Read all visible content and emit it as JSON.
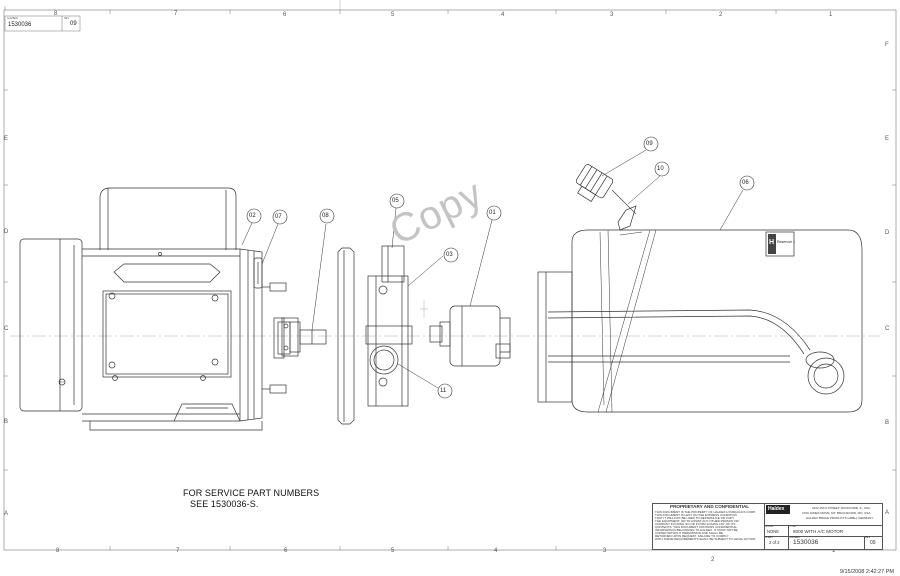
{
  "header": {
    "part_number": "1530036",
    "revision": "09",
    "corner_label": "NUMBER",
    "corner_rev_label": "REV"
  },
  "zones": {
    "columns": [
      "8",
      "7",
      "6",
      "5",
      "4",
      "3",
      "2",
      "1"
    ],
    "rows": [
      "F",
      "E",
      "D",
      "C",
      "B",
      "A"
    ]
  },
  "balloons": [
    {
      "id": "b09",
      "label": "09"
    },
    {
      "id": "b10",
      "label": "10"
    },
    {
      "id": "b06",
      "label": "06"
    },
    {
      "id": "b02",
      "label": "02"
    },
    {
      "id": "b07",
      "label": "07"
    },
    {
      "id": "b08",
      "label": "08"
    },
    {
      "id": "b05",
      "label": "05"
    },
    {
      "id": "b01",
      "label": "01"
    },
    {
      "id": "b03",
      "label": "03"
    },
    {
      "id": "b11",
      "label": "11"
    }
  ],
  "reservoir_label": {
    "line1": "H",
    "line2": "Reservoir 1"
  },
  "note": {
    "line1": "FOR SERVICE PART NUMBERS",
    "line2": "SEE 1530036-S."
  },
  "watermark": "Copy",
  "title_block": {
    "proprietary_title": "PROPRIETARY AND CONFIDENTIAL",
    "proprietary_text": [
      "THIS DOCUMENT IS THE PROPERTY OF HALDEX HYDRAULICS CORP.",
      "THIS DOCUMENT IS LENT ON THE EXPRESS CONDITION",
      "THAT IT WILL NOT BE USED TO REPRODUCE OR COPY",
      "THE EQUIPMENT, OR TO ASSIST ANY OTHER PERSON OR",
      "COMPANY IN DOING SO OR IN DISCLOSING ANY OF ITS",
      "CONTENTS. THIS DOCUMENT CONTAINS CONFIDENTIAL",
      "INFORMATION BELONGING TO HALDEX. IT MUST NOT BE",
      "COPIED WITHOUT PERMISSION AND SHALL BE",
      "RETURNED UPON REQUEST. FAILURE TO COMPLY",
      "WITH THESE REQUIREMENTS SHALL BE SUBJECT TO LEGAL ACTION."
    ],
    "logo": "Haldex",
    "address": [
      "2222 15TH STREET, ROCKFORD, IL, USA",
      "2700 JAMES DRIVE, MT. BRAILSFORD, MO, USA",
      "HALDEX BRAKE PRODUCTS GMBH, GERMANY"
    ],
    "scale_label": "SCALE",
    "scale": "NONE",
    "sheet_label": "SHEET",
    "sheet": "2 of 2",
    "title_label": "TITLE",
    "title": "8000 WITH A/C MOTOR",
    "number_label": "NUMBER",
    "number": "1530036",
    "rev_label": "REV",
    "rev": "09"
  },
  "timestamp": "9/15/2008 2:42:27 PM"
}
